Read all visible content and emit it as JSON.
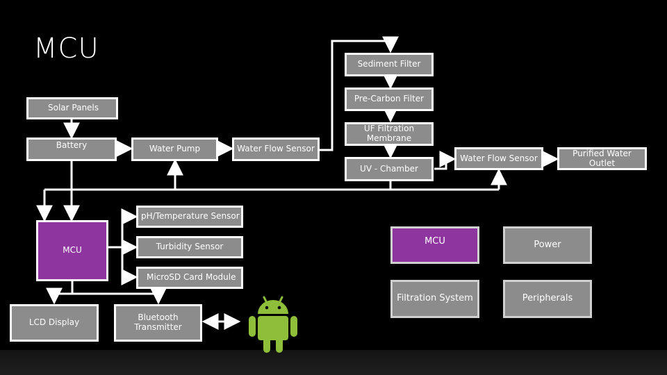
{
  "title": "MCU",
  "colors": {
    "background": "#000000",
    "box_fill": "#8c8c8c",
    "box_border": "#ffffff",
    "mcu_fill": "#8e35a0",
    "android_green": "#8fbf3a",
    "line": "#ffffff"
  },
  "blocks": {
    "sediment_filter": "Sediment Filter",
    "pre_carbon_filter": "Pre-Carbon Filter",
    "solar_panels": "Solar Panels",
    "battery": "Battery",
    "water_pump": "Water Pump",
    "water_flow_sensor_1": "Water Flow Sensor",
    "uf_filtration_membrane": "UF Filtration Membrane",
    "water_flow_sensor_2": "Water Flow Sensor",
    "purified_water_outlet": "Purified Water Outlet",
    "uv_chamber": "UV - Chamber",
    "ph_temperature_sensor": "pH/Temperature Sensor",
    "mcu": "MCU",
    "turbidity_sensor": "Turbidity Sensor",
    "microsd_card_module": "MicroSD Card Module",
    "lcd_display": "LCD Display",
    "bluetooth_transmitter": "Bluetooth Transmitter"
  },
  "legend": {
    "mcu": "MCU",
    "power": "Power",
    "filtration_system": "Filtration System",
    "peripherals": "Peripherals"
  },
  "icons": {
    "android": "android-robot-icon"
  }
}
